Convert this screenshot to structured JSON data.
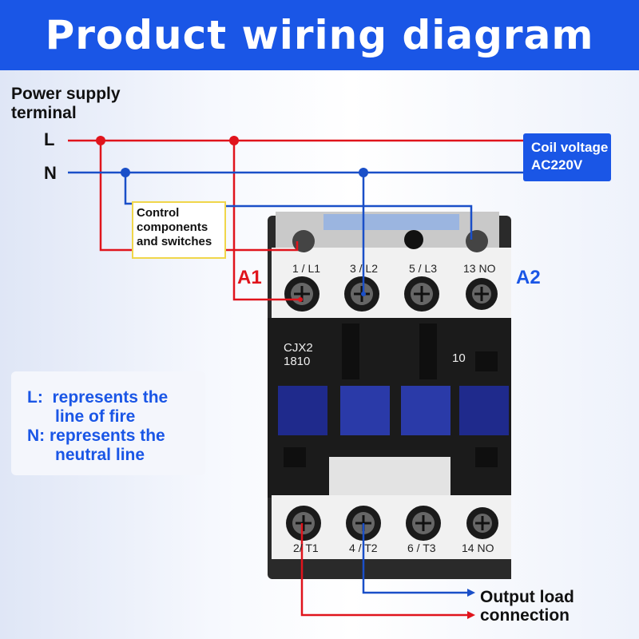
{
  "header": {
    "title": "Product wiring diagram"
  },
  "power_supply": {
    "label": "Power supply terminal",
    "line_L": "L",
    "line_N": "N"
  },
  "coil": {
    "label": "Coil voltage AC220V"
  },
  "control": {
    "label": "Control components and switches"
  },
  "coil_terminals": {
    "a1": "A1",
    "a2": "A2"
  },
  "top_terminals": [
    "1 / L1",
    "3 / L2",
    "5 / L3",
    "13 NO"
  ],
  "bottom_terminals": [
    "2/ T1",
    "4 / T2",
    "6 / T3",
    "14 NO"
  ],
  "contactor": {
    "model": "CJX2 1810",
    "contact_code": "10"
  },
  "legend": {
    "l_item": "L:  represents the\n      line of fire",
    "n_item": "N: represents the\n      neutral line"
  },
  "output": {
    "label": "Output load connection"
  },
  "colors": {
    "header": "#1a56e6",
    "live_wire": "#e0141c",
    "neutral_wire": "#1a4fc8",
    "contactor_body": "#1b1b1b",
    "blocks": "#1f2a8c"
  }
}
